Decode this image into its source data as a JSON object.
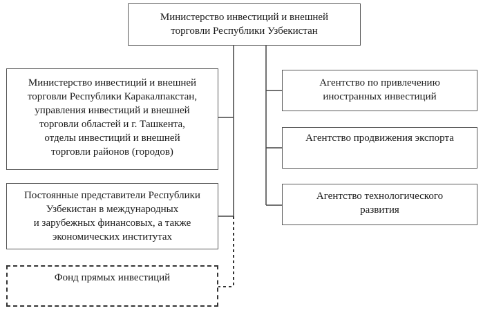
{
  "diagram": {
    "root": {
      "label": "Министерство инвестиций и внешней\nторговли Республики Узбекистан"
    },
    "left_branches": [
      {
        "label": "Министерство инвестиций и внешней\nторговли Республики Каракалпакстан,\nуправления инвестиций и внешней\nторговли областей и г. Ташкента,\nотделы инвестиций и внешней\nторговли районов (городов)",
        "connector": "solid"
      },
      {
        "label": "Постоянные представители Республики\nУзбекистан в международных\nи зарубежных финансовых, а также\nэкономических институтах",
        "connector": "solid"
      },
      {
        "label": "Фонд прямых инвестиций",
        "connector": "dashed"
      }
    ],
    "right_branches": [
      {
        "label": "Агентство по привлечению\nиностранных инвестиций",
        "connector": "solid"
      },
      {
        "label": "Агентство продвижения экспорта",
        "connector": "solid"
      },
      {
        "label": "Агентство технологического\nразвития",
        "connector": "solid"
      }
    ]
  }
}
